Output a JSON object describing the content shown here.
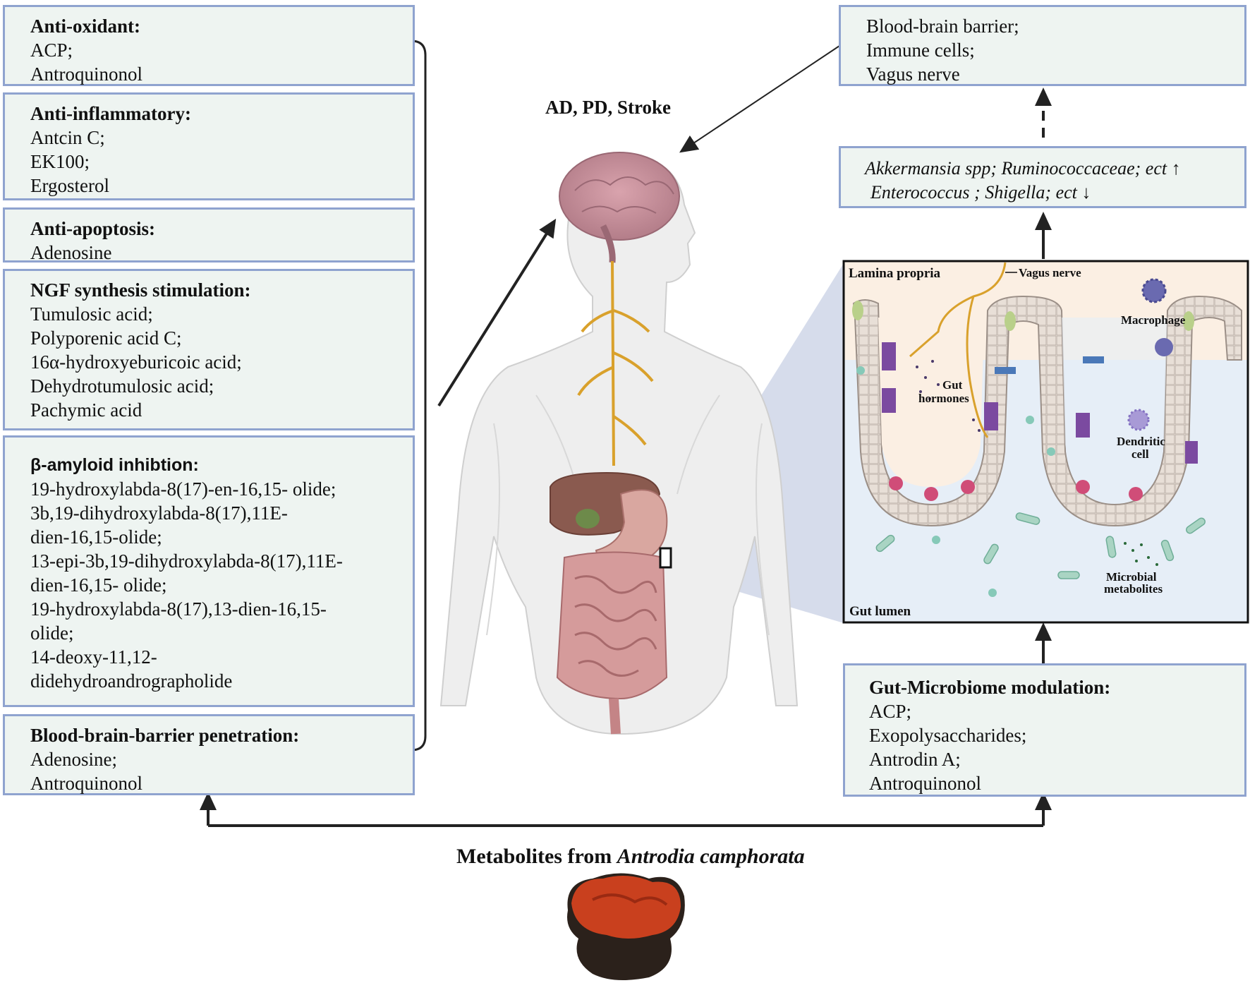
{
  "left_boxes": {
    "antioxidant": {
      "heading": "Anti-oxidant:",
      "items": [
        "ACP;",
        "Antroquinonol"
      ]
    },
    "antiinflammatory": {
      "heading": "Anti-inflammatory:",
      "items": [
        "Antcin C;",
        "EK100;",
        "Ergosterol"
      ]
    },
    "antiapoptosis": {
      "heading": "Anti-apoptosis:",
      "items": [
        "Adenosine"
      ]
    },
    "ngf": {
      "heading": "NGF synthesis stimulation:",
      "items": [
        "Tumulosic acid;",
        "Polyporenic acid C;",
        "16α-hydroxyeburicoic acid;",
        "Dehydrotumulosic acid;",
        "Pachymic acid"
      ]
    },
    "amyloid": {
      "heading": "β-amyloid inhibtion:",
      "items": [
        "19-hydroxylabda-8(17)-en-16,15- olide;",
        "3b,19-dihydroxylabda-8(17),11E-",
        "dien-16,15-olide;",
        "13-epi-3b,19-dihydroxylabda-8(17),11E-",
        "dien-16,15- olide;",
        "19-hydroxylabda-8(17),13-dien-16,15-",
        "olide;",
        "14-deoxy-11,12-",
        "didehydroandrographolide"
      ]
    },
    "bbb": {
      "heading": "Blood-brain-barrier penetration:",
      "items": [
        "Adenosine;",
        "Antroquinonol"
      ]
    }
  },
  "right_boxes": {
    "barrier": {
      "items": [
        "Blood-brain barrier;",
        "Immune cells;",
        "Vagus nerve"
      ]
    },
    "microbes": {
      "up": "Akkermansia spp; Ruminococcaceae; ect",
      "up_arrow": "↑",
      "down": "Enterococcus ; Shigella; ect",
      "down_arrow": "↓"
    },
    "gut_modulation": {
      "heading": "Gut-Microbiome modulation:",
      "items": [
        "ACP;",
        "Exopolysaccharides;",
        "Antrodin A;",
        "Antroquinonol"
      ]
    }
  },
  "gut_panel": {
    "lamina": "Lamina propria",
    "vagus": "Vagus nerve",
    "macrophage": "Macrophage",
    "gut_hormones_1": "Gut",
    "gut_hormones_2": "hormones",
    "dendritic_1": "Dendritic",
    "dendritic_2": "cell",
    "microbial_1": "Microbial",
    "microbial_2": "metabolites",
    "lumen": "Gut lumen"
  },
  "disease_label": "AD, PD, Stroke",
  "title": {
    "prefix": "Metabolites from ",
    "species": "Antrodia camphorata"
  },
  "colors": {
    "box_fill": "#eef4f1",
    "box_border": "#8fa3cf",
    "arrow": "#222222",
    "nerve": "#d9a12c",
    "lumen": "#e6eef7",
    "lamina": "#fbefe3"
  }
}
